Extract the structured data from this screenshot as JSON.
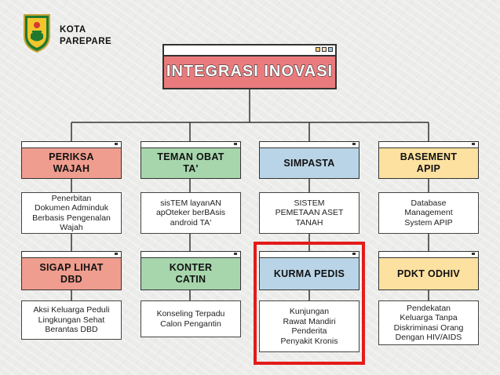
{
  "org": {
    "line1": "KOTA",
    "line2": "PAREPARE"
  },
  "title": "INTEGRASI INOVASI",
  "colors": {
    "red": "#ef9d8e",
    "green": "#a7d6ad",
    "blue": "#b9d4e6",
    "yellow": "#fde1a0",
    "title": "#ea7b7d",
    "highlight": "#e31b1b"
  },
  "columns": [
    {
      "top": {
        "name": "PERIKSA\nWAJAH",
        "desc": "Penerbitan\nDokumen Adminduk\nBerbasis Pengenalan\nWajah"
      },
      "bottom": {
        "name": "SIGAP LIHAT\nDBD",
        "desc": "Aksi Keluarga Peduli\nLingkungan Sehat\nBerantas DBD"
      }
    },
    {
      "top": {
        "name": "TEMAN OBAT\nTA'",
        "desc": "sisTEM layanAN\napOteker berBAsis\nandroid TA'"
      },
      "bottom": {
        "name": "KONTER\nCATIN",
        "desc": "Konseling Terpadu\nCalon Pengantin"
      }
    },
    {
      "top": {
        "name": "SIMPASTA",
        "desc": "SISTEM\nPEMETAAN ASET\nTANAH"
      },
      "bottom": {
        "name": "KURMA PEDIS",
        "desc": "Kunjungan\nRawat Mandiri\nPenderita\nPenyakit Kronis"
      }
    },
    {
      "top": {
        "name": "BASEMENT\nAPIP",
        "desc": "Database\nManagement\nSystem APIP"
      },
      "bottom": {
        "name": "PDKT ODHIV",
        "desc": "Pendekatan\nKeluarga Tanpa\nDiskriminasi Orang\nDengan HIV/AIDS"
      }
    }
  ]
}
